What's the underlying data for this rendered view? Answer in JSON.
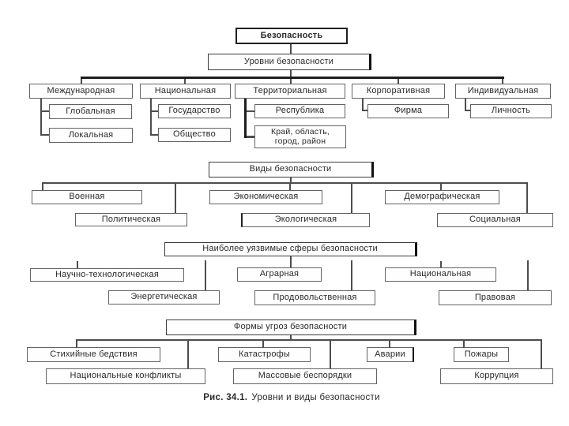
{
  "title_box": "Безопасность",
  "sections": [
    {
      "header": "Уровни безопасности",
      "groups": [
        {
          "parent": "Международная",
          "children": [
            "Глобальная",
            "Локальная"
          ]
        },
        {
          "parent": "Национальная",
          "children": [
            "Государство",
            "Общество"
          ]
        },
        {
          "parent": "Территориальная",
          "children": [
            "Республика",
            "Край, область, город, район"
          ]
        },
        {
          "parent": "Корпоративная",
          "children": [
            "Фирма"
          ]
        },
        {
          "parent": "Индивидуальная",
          "children": [
            "Личность"
          ]
        }
      ]
    },
    {
      "header": "Виды безопасности",
      "items": [
        "Военная",
        "Политическая",
        "Экономическая",
        "Экологическая",
        "Демографическая",
        "Социальная"
      ]
    },
    {
      "header": "Наиболее уязвимые сферы безопасности",
      "items": [
        "Научно-технологическая",
        "Энергетическая",
        "Аграрная",
        "Продовольственная",
        "Национальная",
        "Правовая"
      ]
    },
    {
      "header": "Формы угроз безопасности",
      "items": [
        "Стихийные бедствия",
        "Национальные конфликты",
        "Катастрофы",
        "Массовые беспорядки",
        "Аварии",
        "Пожары",
        "Коррупция"
      ]
    }
  ],
  "caption": {
    "figure_label": "Рис. 34.1.",
    "figure_title": "Уровни и виды безопасности"
  },
  "colors": {
    "line": "#4d4d4d",
    "line_dark": "#1d1d1d",
    "box_border": "#636363",
    "text": "#2a2a2a",
    "background": "#ffffff"
  }
}
